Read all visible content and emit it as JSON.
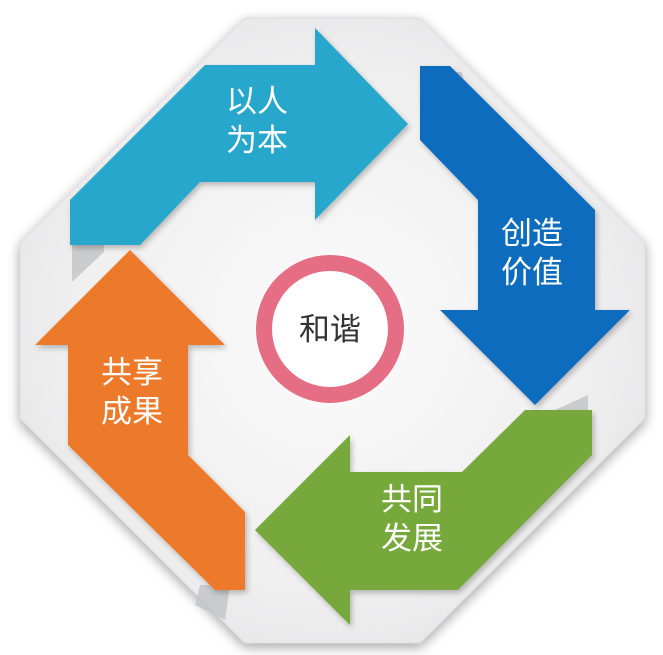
{
  "center": {
    "label": "和谐"
  },
  "arrows": [
    {
      "id": "top",
      "line1": "以人",
      "line2": "为本",
      "color": "#27a7cb"
    },
    {
      "id": "right",
      "line1": "创造",
      "line2": "价值",
      "color": "#0f6cbe"
    },
    {
      "id": "bottom",
      "line1": "共同",
      "line2": "发展",
      "color": "#77a83b"
    },
    {
      "id": "left",
      "line1": "共享",
      "line2": "成果",
      "color": "#ec7a29"
    }
  ],
  "colors": {
    "center_ring": "#e56d84",
    "background_octagon": "#eeeeef",
    "octagon_shadow": "#d9d9db",
    "fold_shadow": "#b9babd"
  }
}
